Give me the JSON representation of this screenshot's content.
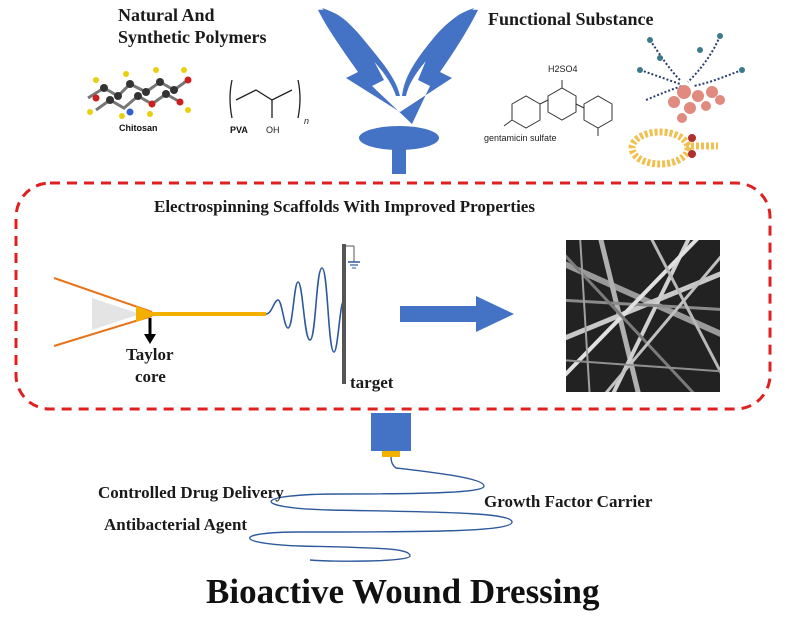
{
  "top": {
    "left_title_line1": "Natural And",
    "left_title_line2": "Synthetic  Polymers",
    "right_title": "Functional Substance",
    "chitosan_label": "Chitosan",
    "pva_label": "PVA",
    "pva_oh": "OH",
    "pva_n": "n",
    "gentamicin_label": "gentamicin sulfate",
    "gentamicin_formula": "H2SO4"
  },
  "process": {
    "title": "Electrospinning Scaffolds With Improved Properties",
    "taylor_line1": "Taylor",
    "taylor_line2": "core",
    "target_label": "target"
  },
  "bottom": {
    "item_drug": "Controlled Drug Delivery",
    "item_growth": "Growth Factor Carrier",
    "item_antibacterial": "Antibacterial Agent",
    "main_title": "Bioactive Wound Dressing"
  },
  "colors": {
    "arrow_blue": "#4472c4",
    "dash_red": "#e02020",
    "fiber_orange": "#f4b000",
    "cone_orange": "#e8731a",
    "jet_blue": "#2e5a9c"
  }
}
